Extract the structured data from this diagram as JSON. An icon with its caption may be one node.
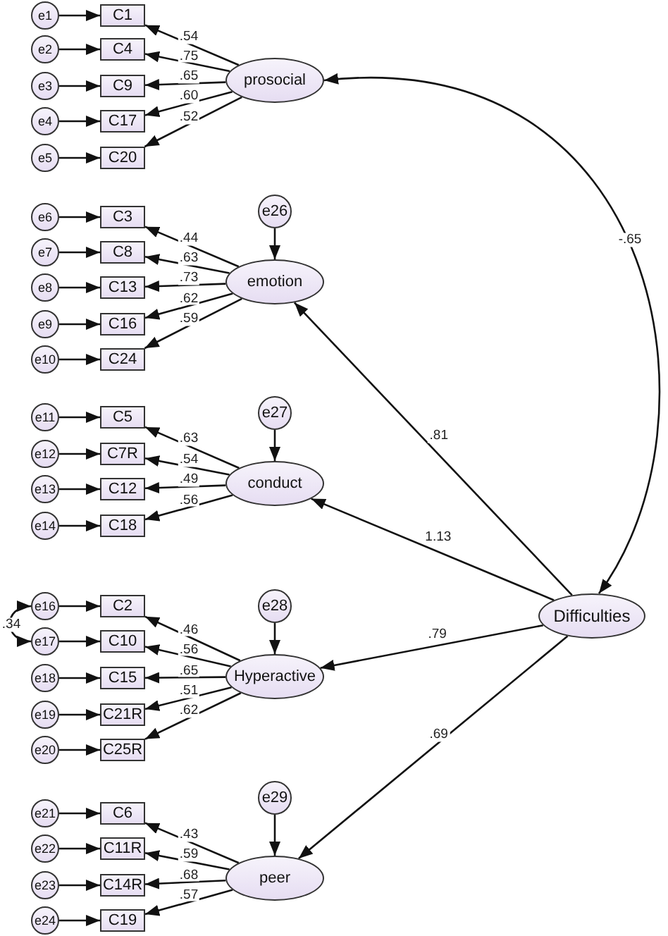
{
  "diagram": {
    "nodes": [
      {
        "text": [
          "e1"
        ]
      },
      {
        "text": [
          "C1"
        ]
      },
      {
        "text": [
          "e2"
        ]
      },
      {
        "text": [
          "C4"
        ]
      },
      {
        "text": [
          "e3"
        ]
      },
      {
        "text": [
          "C9"
        ]
      },
      {
        "text": [
          "e4"
        ]
      },
      {
        "text": [
          "C17"
        ]
      },
      {
        "text": [
          "e5"
        ]
      },
      {
        "text": [
          "C20"
        ]
      },
      {
        "text": [
          "prosocial"
        ]
      },
      {
        "text": [
          "e26"
        ]
      },
      {
        "text": [
          "e6"
        ]
      },
      {
        "text": [
          "C3"
        ]
      },
      {
        "text": [
          "e7"
        ]
      },
      {
        "text": [
          "C8"
        ]
      },
      {
        "text": [
          "e8"
        ]
      },
      {
        "text": [
          "C13"
        ]
      },
      {
        "text": [
          "e9"
        ]
      },
      {
        "text": [
          "C16"
        ]
      },
      {
        "text": [
          "e10"
        ]
      },
      {
        "text": [
          "C24"
        ]
      },
      {
        "text": [
          "emotion"
        ]
      },
      {
        "text": [
          "e27"
        ]
      },
      {
        "text": [
          "e11"
        ]
      },
      {
        "text": [
          "C5"
        ]
      },
      {
        "text": [
          "e12"
        ]
      },
      {
        "text": [
          "C7R"
        ]
      },
      {
        "text": [
          "e13"
        ]
      },
      {
        "text": [
          "C12"
        ]
      },
      {
        "text": [
          "e14"
        ]
      },
      {
        "text": [
          "C18"
        ]
      },
      {
        "text": [
          "conduct"
        ]
      },
      {
        "text": [
          "e28"
        ]
      },
      {
        "text": [
          "e16"
        ]
      },
      {
        "text": [
          "C2"
        ]
      },
      {
        "text": [
          "e17"
        ]
      },
      {
        "text": [
          "C10"
        ]
      },
      {
        "text": [
          "e18"
        ]
      },
      {
        "text": [
          "C15"
        ]
      },
      {
        "text": [
          "e19"
        ]
      },
      {
        "text": [
          "C21R"
        ]
      },
      {
        "text": [
          "e20"
        ]
      },
      {
        "text": [
          "C25R"
        ]
      },
      {
        "text": [
          "Hyperactive"
        ]
      },
      {
        "text": [
          "e29"
        ]
      },
      {
        "text": [
          "e21"
        ]
      },
      {
        "text": [
          "C6"
        ]
      },
      {
        "text": [
          "e22"
        ]
      },
      {
        "text": [
          "C11R"
        ]
      },
      {
        "text": [
          "e23"
        ]
      },
      {
        "text": [
          "C14R"
        ]
      },
      {
        "text": [
          "e24"
        ]
      },
      {
        "text": [
          "C19"
        ]
      },
      {
        "text": [
          "peer"
        ]
      },
      {
        "text": [
          "Difficulties"
        ]
      }
    ],
    "edges": [
      {
        "from": 0,
        "to": 1,
        "arrow": "to"
      },
      {
        "from": 10,
        "to": 1,
        "arrow": "to",
        "label": ".54"
      },
      {
        "from": 2,
        "to": 3,
        "arrow": "to"
      },
      {
        "from": 10,
        "to": 3,
        "arrow": "to",
        "label": ".75"
      },
      {
        "from": 4,
        "to": 5,
        "arrow": "to"
      },
      {
        "from": 10,
        "to": 5,
        "arrow": "to",
        "label": ".65"
      },
      {
        "from": 6,
        "to": 7,
        "arrow": "to"
      },
      {
        "from": 10,
        "to": 7,
        "arrow": "to",
        "label": ".60"
      },
      {
        "from": 8,
        "to": 9,
        "arrow": "to"
      },
      {
        "from": 10,
        "to": 9,
        "arrow": "to",
        "label": ".52"
      },
      {
        "from": 11,
        "to": 22,
        "arrow": "to"
      },
      {
        "from": 12,
        "to": 13,
        "arrow": "to"
      },
      {
        "from": 22,
        "to": 13,
        "arrow": "to",
        "label": ".44"
      },
      {
        "from": 14,
        "to": 15,
        "arrow": "to"
      },
      {
        "from": 22,
        "to": 15,
        "arrow": "to",
        "label": ".63"
      },
      {
        "from": 16,
        "to": 17,
        "arrow": "to"
      },
      {
        "from": 22,
        "to": 17,
        "arrow": "to",
        "label": ".73"
      },
      {
        "from": 18,
        "to": 19,
        "arrow": "to"
      },
      {
        "from": 22,
        "to": 19,
        "arrow": "to",
        "label": ".62"
      },
      {
        "from": 20,
        "to": 21,
        "arrow": "to"
      },
      {
        "from": 22,
        "to": 21,
        "arrow": "to",
        "label": ".59"
      },
      {
        "from": 23,
        "to": 32,
        "arrow": "to"
      },
      {
        "from": 24,
        "to": 25,
        "arrow": "to"
      },
      {
        "from": 32,
        "to": 25,
        "arrow": "to",
        "label": ".63"
      },
      {
        "from": 26,
        "to": 27,
        "arrow": "to"
      },
      {
        "from": 32,
        "to": 27,
        "arrow": "to",
        "label": ".54"
      },
      {
        "from": 28,
        "to": 29,
        "arrow": "to"
      },
      {
        "from": 32,
        "to": 29,
        "arrow": "to",
        "label": ".49"
      },
      {
        "from": 30,
        "to": 31,
        "arrow": "to"
      },
      {
        "from": 32,
        "to": 31,
        "arrow": "to",
        "label": ".56"
      },
      {
        "from": 33,
        "to": 44,
        "arrow": "to"
      },
      {
        "from": 34,
        "to": 35,
        "arrow": "to"
      },
      {
        "from": 44,
        "to": 35,
        "arrow": "to",
        "label": ".46"
      },
      {
        "from": 36,
        "to": 37,
        "arrow": "to"
      },
      {
        "from": 44,
        "to": 37,
        "arrow": "to",
        "label": ".56"
      },
      {
        "from": 38,
        "to": 39,
        "arrow": "to"
      },
      {
        "from": 44,
        "to": 39,
        "arrow": "to",
        "label": ".65"
      },
      {
        "from": 40,
        "to": 41,
        "arrow": "to"
      },
      {
        "from": 44,
        "to": 41,
        "arrow": "to",
        "label": ".51"
      },
      {
        "from": 42,
        "to": 43,
        "arrow": "to"
      },
      {
        "from": 44,
        "to": 43,
        "arrow": "to",
        "label": ".62"
      },
      {
        "from": 45,
        "to": 54,
        "arrow": "to"
      },
      {
        "from": 46,
        "to": 47,
        "arrow": "to"
      },
      {
        "from": 54,
        "to": 47,
        "arrow": "to",
        "label": ".43"
      },
      {
        "from": 48,
        "to": 49,
        "arrow": "to"
      },
      {
        "from": 54,
        "to": 49,
        "arrow": "to",
        "label": ".59"
      },
      {
        "from": 50,
        "to": 51,
        "arrow": "to"
      },
      {
        "from": 54,
        "to": 51,
        "arrow": "to",
        "label": ".68"
      },
      {
        "from": 52,
        "to": 53,
        "arrow": "to"
      },
      {
        "from": 54,
        "to": 53,
        "arrow": "to",
        "label": ".57"
      },
      {
        "from": 55,
        "to": 22,
        "arrow": "to",
        "label": ".81"
      },
      {
        "from": 55,
        "to": 32,
        "arrow": "to",
        "label": "1.13"
      },
      {
        "from": 55,
        "to": 44,
        "arrow": "to",
        "label": ".79"
      },
      {
        "from": 55,
        "to": 54,
        "arrow": "to",
        "label": ".69"
      },
      {
        "from": 10,
        "to": 55,
        "arrow": "both",
        "label": "-.65"
      },
      {
        "from": 34,
        "to": 36,
        "arrow": "both",
        "label": ".34"
      }
    ]
  }
}
